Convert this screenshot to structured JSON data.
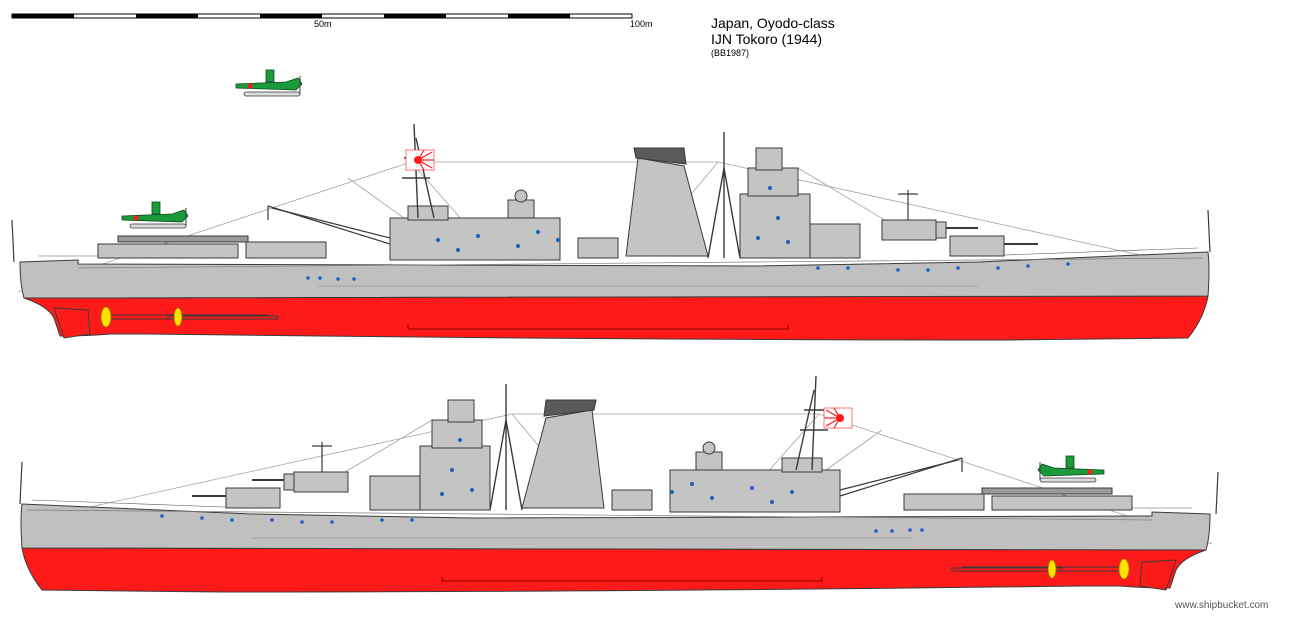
{
  "scale_bar": {
    "label_mid": "50m",
    "label_end": "100m"
  },
  "title": {
    "line1": "Japan, Oyodo-class",
    "line2": "IJN Tokoro (1944)",
    "line3": "(BB1987)"
  },
  "credit": "www.shipbucket.com",
  "colors": {
    "hull_upper": "#c0c0c0",
    "hull_lower": "#ff1a1a",
    "superstructure": "#c4c4c4",
    "outline": "#3a3a3a",
    "portholes": "#1e5fbf",
    "propellers": "#ffe000",
    "funnel_cap": "#5a5a5a",
    "aircraft_green": "#1a9a3a",
    "rigging": "#a0a0a0"
  },
  "views": [
    {
      "name": "starboard-profile",
      "facing": "right"
    },
    {
      "name": "port-profile",
      "facing": "left"
    }
  ]
}
